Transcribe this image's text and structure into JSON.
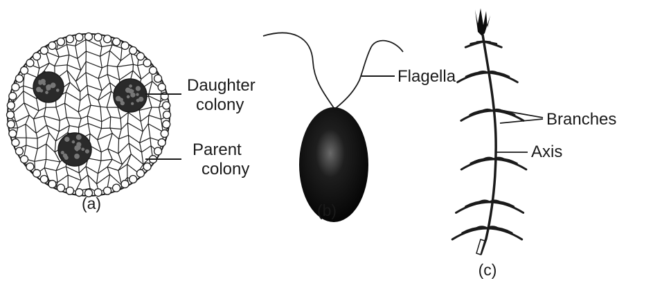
{
  "figure_a": {
    "caption": "(a)",
    "labels": {
      "daughter_colony": [
        "Daughter",
        "colony"
      ],
      "parent_colony": [
        "Parent",
        "colony"
      ]
    }
  },
  "figure_b": {
    "caption": "(b)",
    "labels": {
      "flagella": "Flagella"
    }
  },
  "figure_c": {
    "caption": "(c)",
    "labels": {
      "branches": "Branches",
      "axis": "Axis"
    }
  },
  "colors": {
    "ink": "#1a1a1a",
    "cell_fill": "#ffffff",
    "body_fill": "#0d0d0d"
  }
}
